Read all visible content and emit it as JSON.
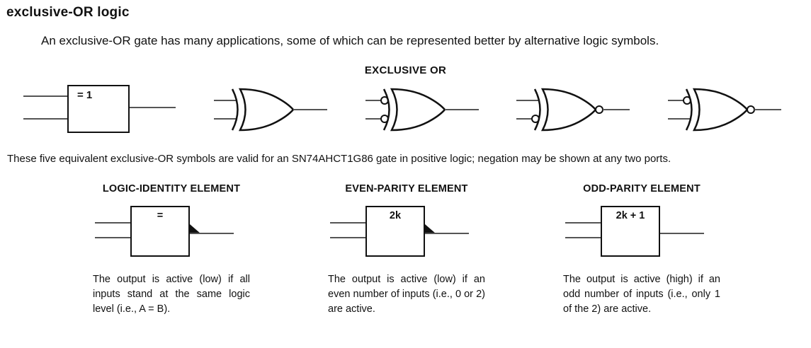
{
  "page": {
    "title": "exclusive-OR logic",
    "intro": "An exclusive-OR gate has many applications, some of which can be represented better by alternative logic symbols.",
    "exclusive_or_heading": "EXCLUSIVE OR",
    "iec_symbol_label": "= 1",
    "note": "These five equivalent exclusive-OR symbols are valid for an SN74AHCT1G86 gate in positive logic; negation may be shown at any two ports.",
    "elements": [
      {
        "heading": "LOGIC-IDENTITY ELEMENT",
        "symbol_label": "=",
        "description": "The output is active (low) if all inputs stand at the same logic level (i.e., A = B)."
      },
      {
        "heading": "EVEN-PARITY ELEMENT",
        "symbol_label": "2k",
        "description": "The output is active (low) if an even number of inputs (i.e., 0 or 2) are active."
      },
      {
        "heading": "ODD-PARITY ELEMENT",
        "symbol_label": "2k + 1",
        "description": "The output is active (high) if an odd number of inputs (i.e., only 1 of the 2) are active."
      }
    ]
  }
}
